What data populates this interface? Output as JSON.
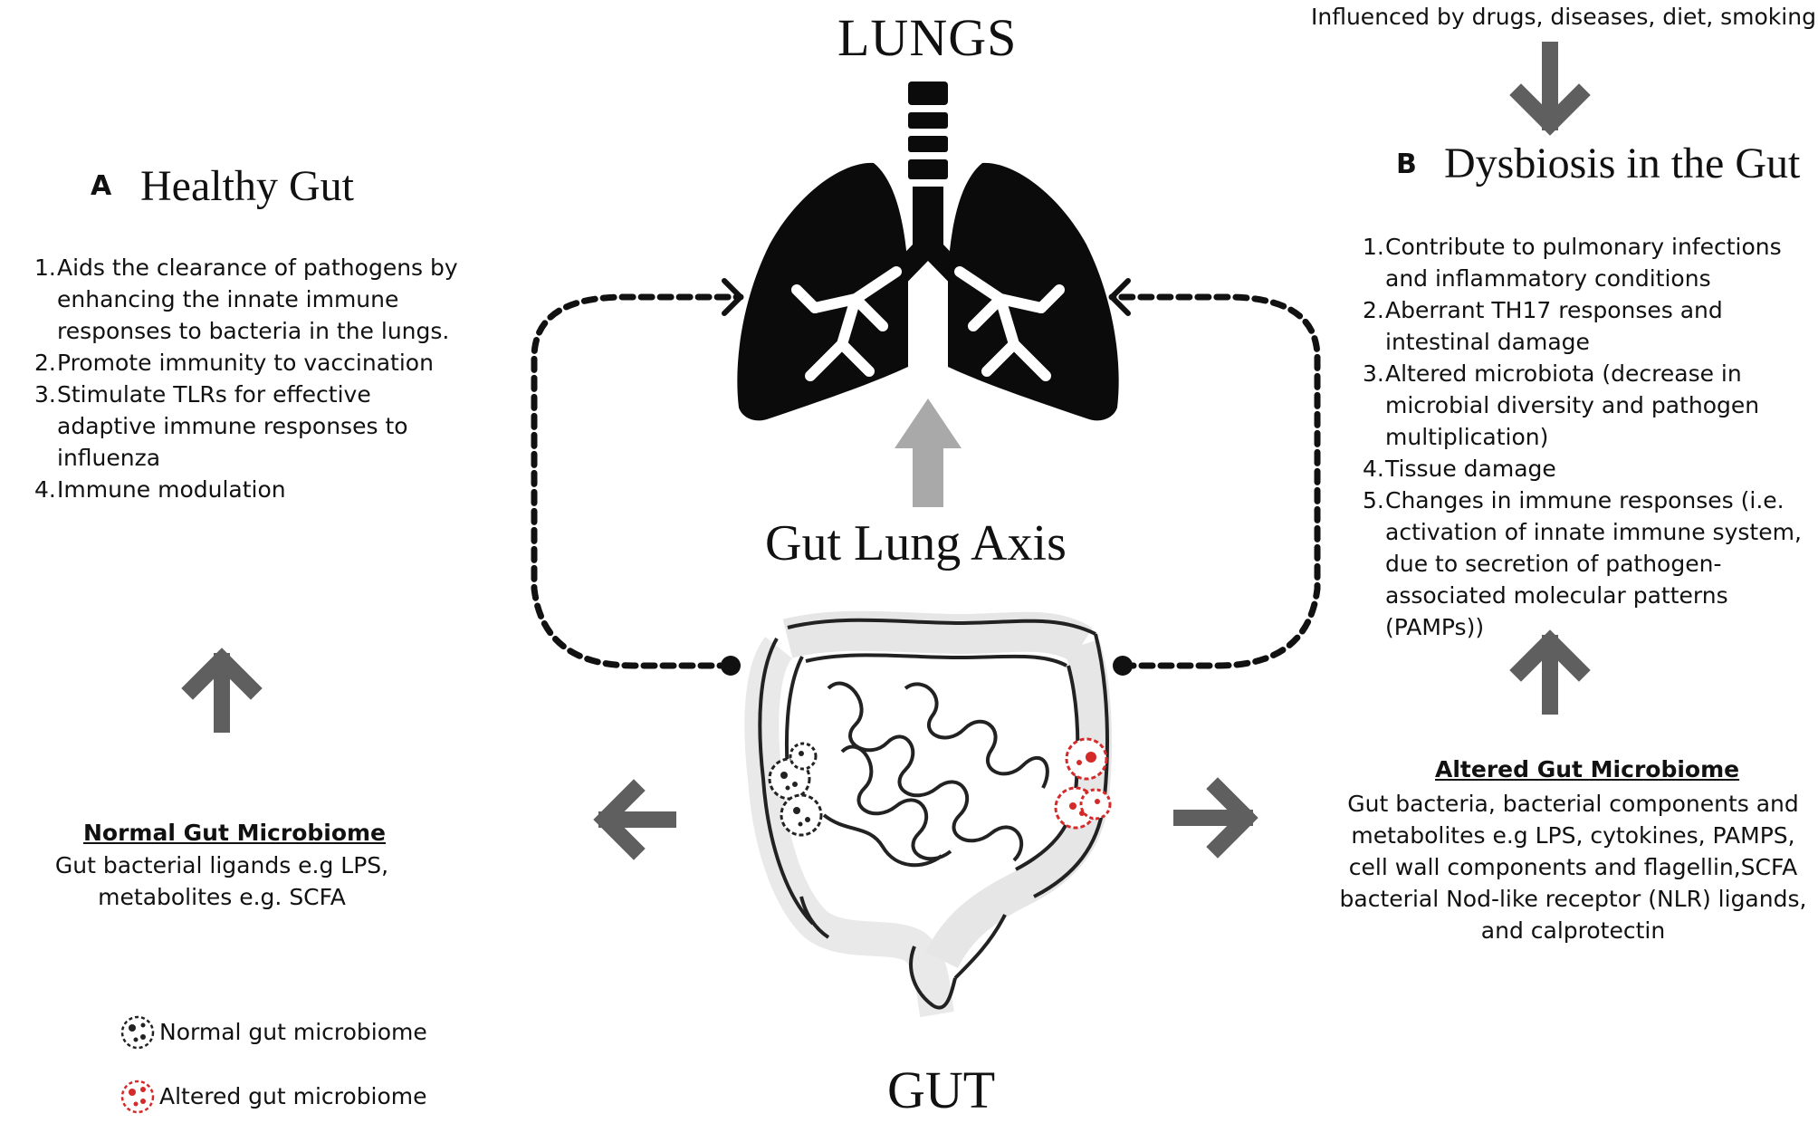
{
  "top_note": "Influenced by drugs, diseases, diet, smoking",
  "lungs_label": "LUNGS",
  "gut_label": "GUT",
  "axis_label": "Gut Lung Axis",
  "panel_a": {
    "letter": "A",
    "title": "Healthy Gut",
    "items": [
      {
        "num": "1.",
        "text": "Aids the clearance of pathogens by enhancing the innate immune responses to bacteria in the lungs."
      },
      {
        "num": "2.",
        "text": "Promote immunity to vaccination"
      },
      {
        "num": "3.",
        "text": "Stimulate TLRs for effective adaptive immune responses to influenza"
      },
      {
        "num": "4.",
        "text": "Immune modulation"
      }
    ],
    "microbiome_heading": "Normal Gut Microbiome",
    "microbiome_text": "Gut bacterial ligands e.g LPS, metabolites e.g. SCFA"
  },
  "panel_b": {
    "letter": "B",
    "title": "Dysbiosis in the Gut",
    "items": [
      {
        "num": "1.",
        "text": "Contribute to pulmonary infections and inflammatory conditions"
      },
      {
        "num": "2.",
        "text": "Aberrant TH17 responses and intestinal damage"
      },
      {
        "num": "3.",
        "text": "Altered microbiota (decrease in microbial diversity and pathogen multiplication)"
      },
      {
        "num": "4.",
        "text": "Tissue damage"
      },
      {
        "num": "5.",
        "text": "Changes in immune responses (i.e. activation of innate immune system, due to secretion of pathogen-associated molecular patterns (PAMPs))"
      }
    ],
    "microbiome_heading": "Altered Gut Microbiome",
    "microbiome_text": "Gut bacteria, bacterial components and metabolites e.g LPS, cytokines, PAMPS, cell wall components and flagellin,SCFA bacterial Nod-like receptor (NLR) ligands, and calprotectin"
  },
  "legend": [
    {
      "label": "Normal gut microbiome",
      "color": "#222222"
    },
    {
      "label": "Altered gut microbiome",
      "color": "#d42a2a"
    }
  ],
  "colors": {
    "arrow_dark": "#5f5f5f",
    "arrow_light": "#a9a9a9",
    "lungs": "#0b0b0b",
    "altered": "#d42a2a"
  },
  "icons": [
    "lungs-icon",
    "intestine-icon",
    "microbe-icon"
  ]
}
